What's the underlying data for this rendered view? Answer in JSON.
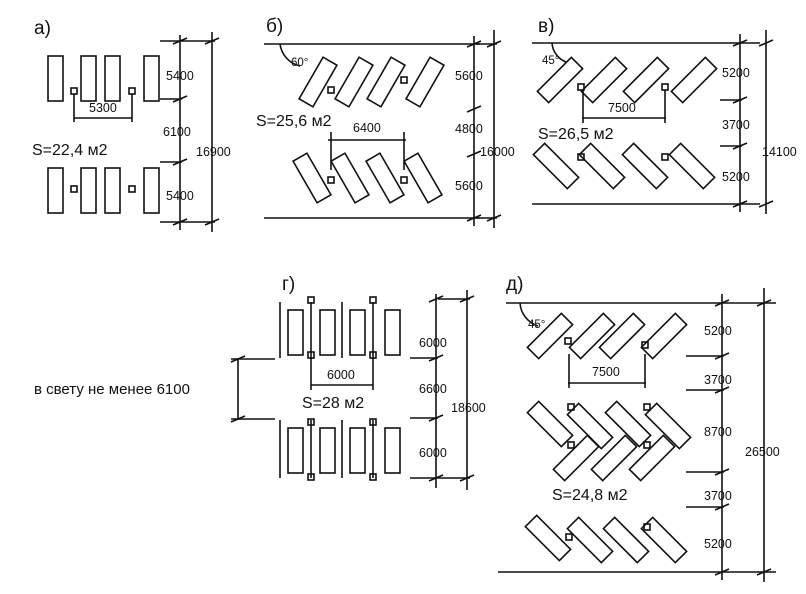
{
  "panels": {
    "a": {
      "label": "а)",
      "area": "S=22,4 м2",
      "dims": {
        "row_depth_top": "5400",
        "aisle": "6100",
        "row_depth_bottom": "5400",
        "total": "16900",
        "column_spacing": "5300"
      }
    },
    "b": {
      "label": "б)",
      "angle": "60°",
      "area": "S=25,6 м2",
      "dims": {
        "row_depth_top": "5600",
        "aisle": "4800",
        "row_depth_bottom": "5600",
        "total": "16000",
        "column_spacing": "6400"
      }
    },
    "v": {
      "label": "в)",
      "angle": "45°",
      "area": "S=26,5 м2",
      "dims": {
        "row_depth_top": "5200",
        "aisle": "3700",
        "row_depth_bottom": "5200",
        "total": "14100",
        "column_spacing": "7500"
      }
    },
    "g": {
      "label": "г)",
      "area": "S=28 м2",
      "note": "в свету не менее 6100",
      "dims": {
        "row_depth_top": "6000",
        "aisle": "6600",
        "row_depth_bottom": "6000",
        "total": "18600",
        "column_spacing": "6000"
      }
    },
    "d": {
      "label": "д)",
      "angle": "45°",
      "area": "S=24,8 м2",
      "dims": {
        "row1": "5200",
        "aisle1": "3700",
        "middle": "8700",
        "aisle2": "3700",
        "row2": "5200",
        "total": "26500",
        "column_spacing": "7500"
      }
    }
  }
}
